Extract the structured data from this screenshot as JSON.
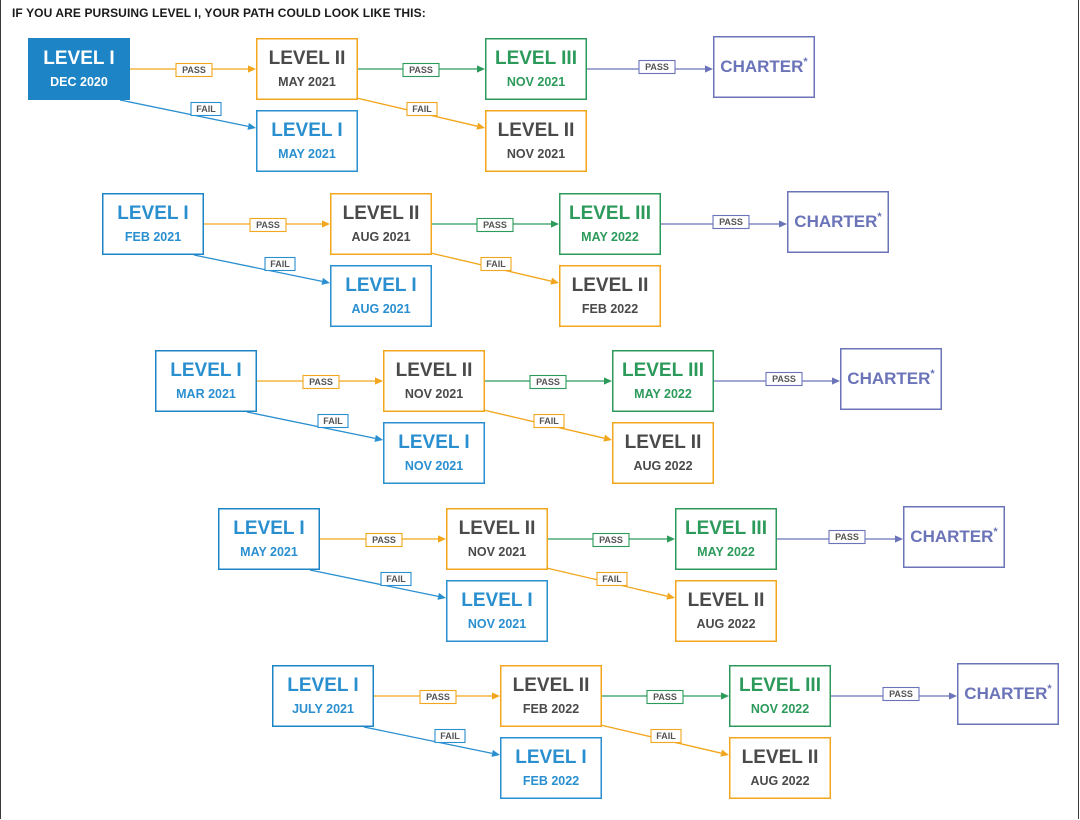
{
  "title": "IF YOU ARE PURSUING LEVEL I, YOUR PATH COULD LOOK LIKE THIS:",
  "colors": {
    "level1": "#2a8fcf",
    "level1_fill": "#1d84c6",
    "level2": "#f2a61d",
    "level3": "#2c9a5a",
    "charter": "#6b74b8",
    "dark_text": "#4a4a4a"
  },
  "labels": {
    "pass": "PASS",
    "fail": "FAIL",
    "level1": "LEVEL I",
    "level2": "LEVEL II",
    "level3": "LEVEL III",
    "charter": "CHARTER",
    "charter_mark": "*"
  },
  "paths": [
    {
      "start": "DEC 2020",
      "level2": "MAY 2021",
      "retake1": "MAY 2021",
      "level3": "NOV 2021",
      "retake2": "NOV 2021",
      "start_filled": true
    },
    {
      "start": "FEB 2021",
      "level2": "AUG 2021",
      "retake1": "AUG 2021",
      "level3": "MAY 2022",
      "retake2": "FEB 2022",
      "start_filled": false
    },
    {
      "start": "MAR 2021",
      "level2": "NOV 2021",
      "retake1": "NOV 2021",
      "level3": "MAY 2022",
      "retake2": "AUG 2022",
      "start_filled": false
    },
    {
      "start": "MAY 2021",
      "level2": "NOV 2021",
      "retake1": "NOV 2021",
      "level3": "MAY 2022",
      "retake2": "AUG 2022",
      "start_filled": false
    },
    {
      "start": "JULY 2021",
      "level2": "FEB 2022",
      "retake1": "FEB 2022",
      "level3": "NOV 2022",
      "retake2": "AUG 2022",
      "start_filled": false
    }
  ]
}
